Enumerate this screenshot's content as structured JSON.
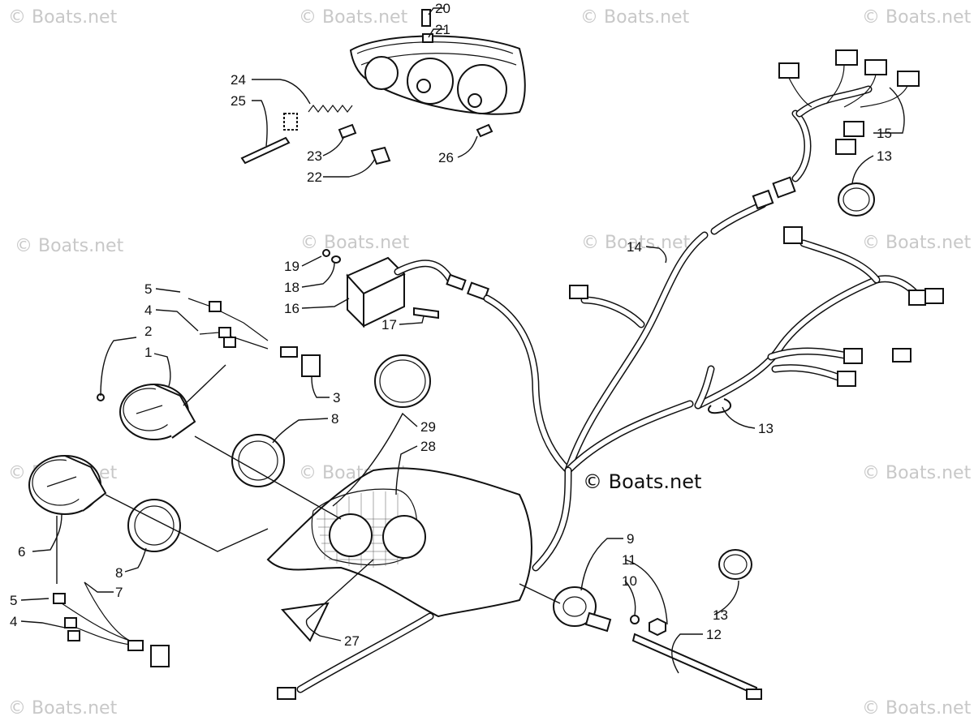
{
  "watermarks": {
    "text": "© Boats.net",
    "center_text": "© Boats.net"
  },
  "callouts": {
    "c1": "1",
    "c2": "2",
    "c3": "3",
    "c4a": "4",
    "c4b": "4",
    "c5a": "5",
    "c5b": "5",
    "c6": "6",
    "c7": "7",
    "c8a": "8",
    "c8b": "8",
    "c9": "9",
    "c10": "10",
    "c11": "11",
    "c12": "12",
    "c13a": "13",
    "c13b": "13",
    "c13c": "13",
    "c14": "14",
    "c15": "15",
    "c16": "16",
    "c17": "17",
    "c18": "18",
    "c19": "19",
    "c20": "20",
    "c21": "21",
    "c22": "22",
    "c23": "23",
    "c24": "24",
    "c25": "25",
    "c26": "26",
    "c27": "27",
    "c28": "28",
    "c29": "29"
  },
  "colors": {
    "line": "#111111",
    "watermark": "#c8c8c8",
    "background": "#ffffff"
  }
}
